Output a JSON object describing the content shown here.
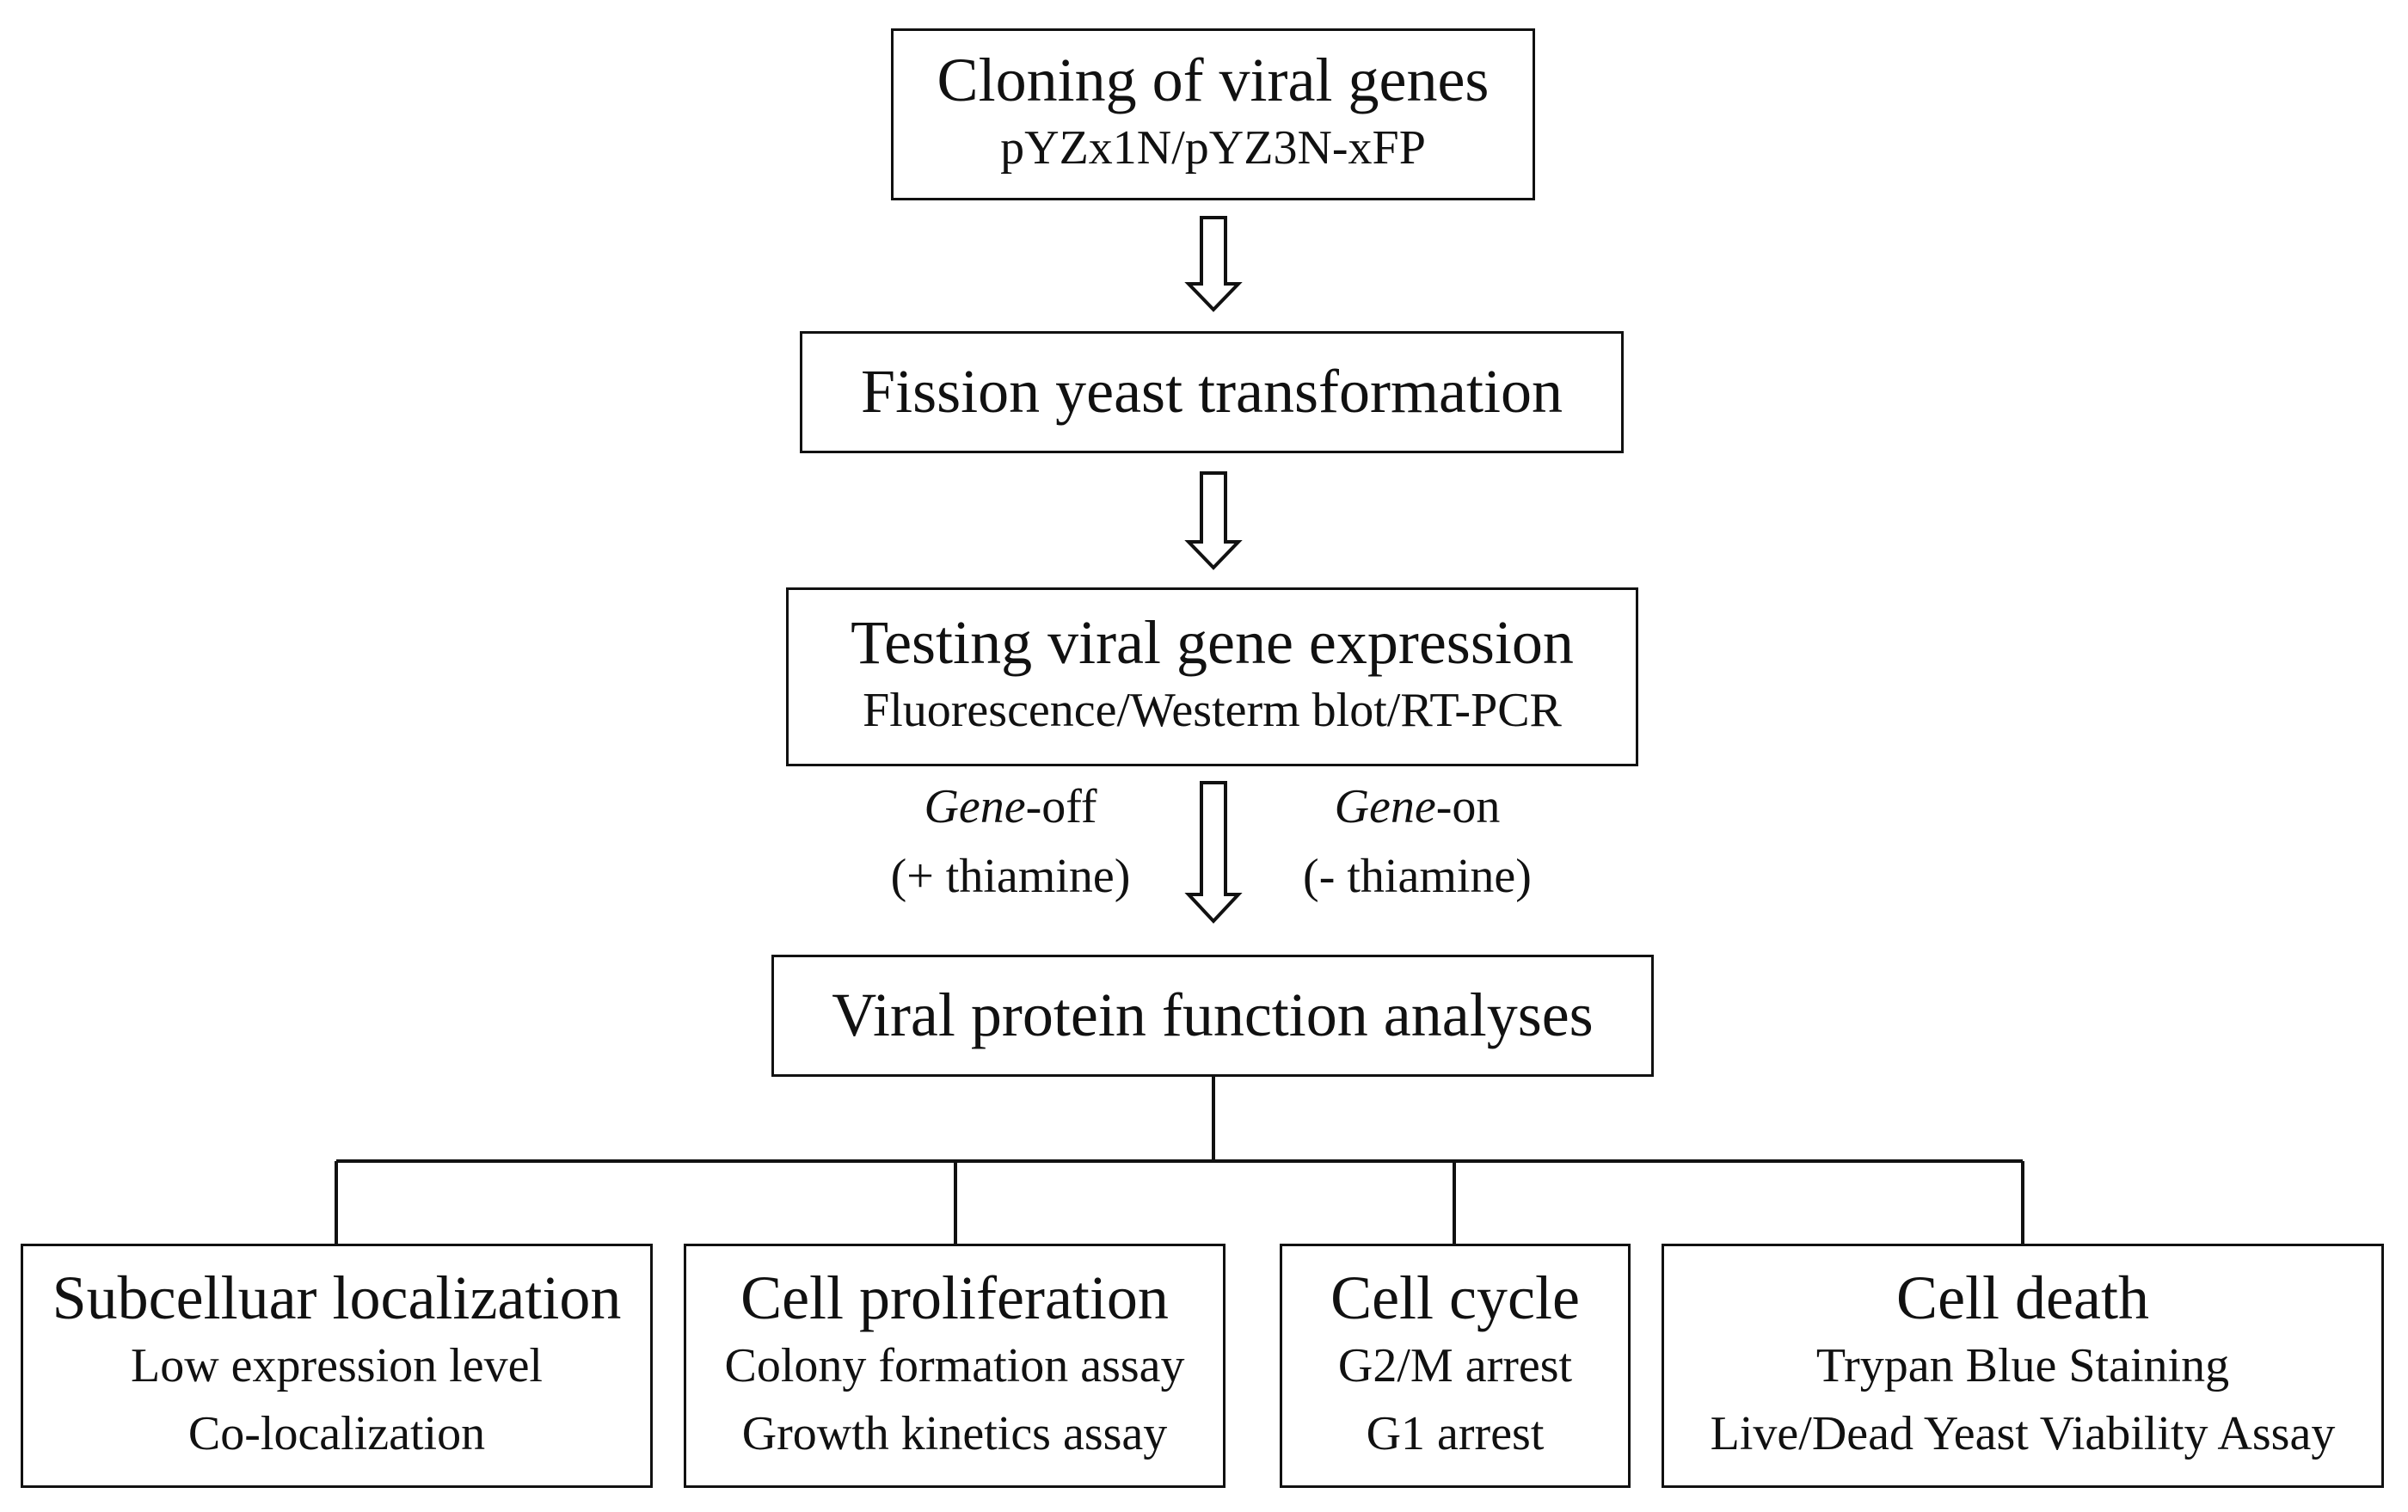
{
  "step1": {
    "title": "Cloning of viral genes",
    "subtitle": "pYZx1N/pYZ3N-xFP"
  },
  "step2": {
    "title": "Fission yeast transformation"
  },
  "step3": {
    "title": "Testing viral gene expression",
    "subtitle": "Fluorescence/Westerm blot/RT-PCR"
  },
  "conditions": {
    "off": {
      "gene": "Gene",
      "state": "-off",
      "treatment": "(+ thiamine)"
    },
    "on": {
      "gene": "Gene",
      "state": "-on",
      "treatment": "(- thiamine)"
    }
  },
  "step4": {
    "title": "Viral protein function analyses"
  },
  "analyses": [
    {
      "title": "Subcelluar localization",
      "lines": [
        "Low expression level",
        "Co-localization"
      ]
    },
    {
      "title": "Cell proliferation",
      "lines": [
        "Colony formation assay",
        "Growth kinetics assay"
      ]
    },
    {
      "title": "Cell cycle",
      "lines": [
        "G2/M arrest",
        "G1 arrest"
      ]
    },
    {
      "title": "Cell death",
      "lines": [
        "Trypan Blue Staining",
        "Live/Dead Yeast Viability Assay"
      ]
    }
  ]
}
